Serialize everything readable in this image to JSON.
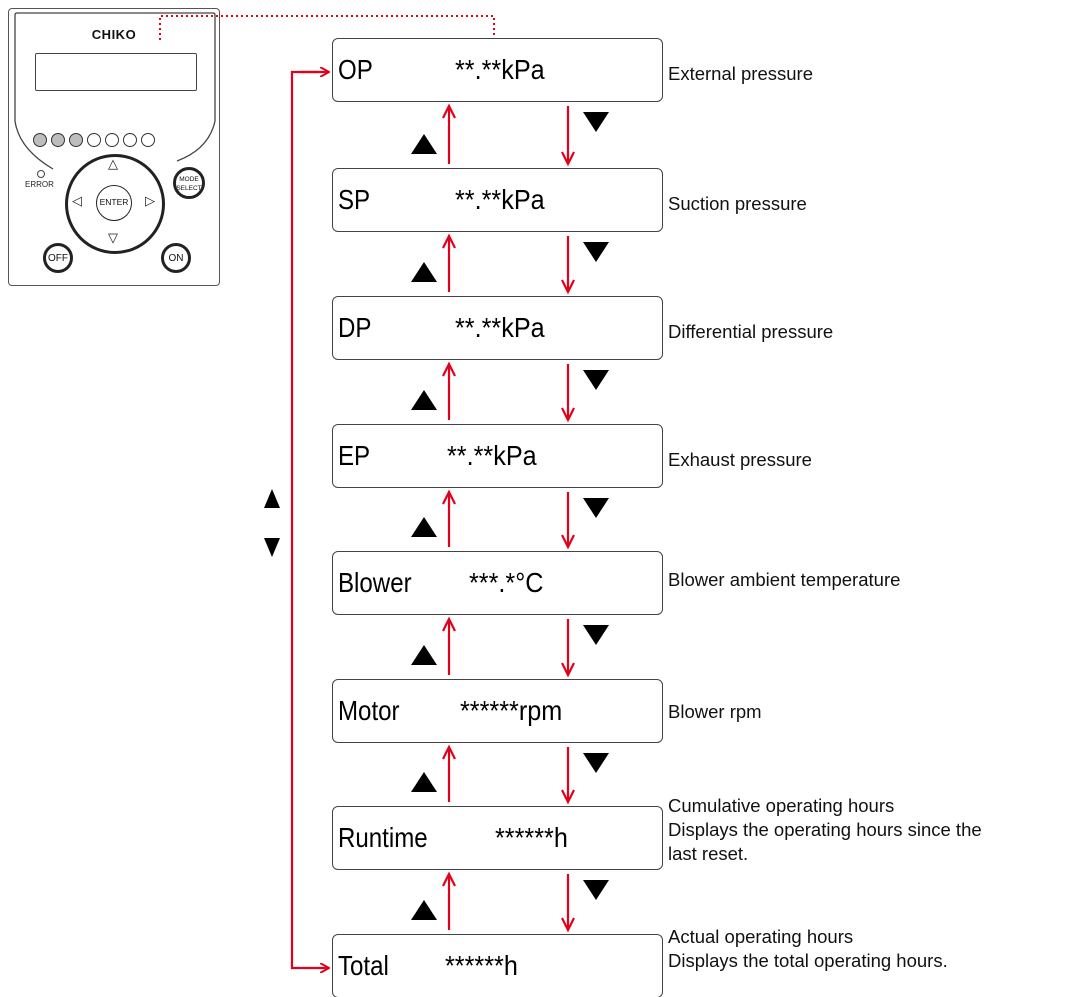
{
  "panel": {
    "brand": "CHIKO",
    "error_label": "ERROR",
    "enter_label": "ENTER",
    "mode_label_1": "MODE",
    "mode_label_2": "SELECT",
    "off_label": "OFF",
    "on_label": "ON",
    "leds": [
      {
        "lit": true
      },
      {
        "lit": true
      },
      {
        "lit": true
      },
      {
        "lit": false
      },
      {
        "lit": false
      },
      {
        "lit": false
      },
      {
        "lit": false
      }
    ]
  },
  "screens": [
    {
      "label": "OP",
      "value": "**.**kPa",
      "description": [
        "External pressure"
      ]
    },
    {
      "label": "SP",
      "value": "**.**kPa",
      "description": [
        "Suction pressure"
      ]
    },
    {
      "label": "DP",
      "value": "**.**kPa",
      "description": [
        "Differential pressure"
      ]
    },
    {
      "label": "EP",
      "value": "**.**kPa",
      "description": [
        "Exhaust pressure"
      ]
    },
    {
      "label": "Blower",
      "value": "***.*°C",
      "description": [
        "Blower ambient temperature"
      ]
    },
    {
      "label": "Motor",
      "value": "******rpm",
      "description": [
        "Blower rpm"
      ]
    },
    {
      "label": "Runtime",
      "value": "******h",
      "description": [
        "Cumulative operating hours",
        "Displays the operating hours since the",
        "last reset."
      ]
    },
    {
      "label": "Total",
      "value": "******h",
      "description": [
        "Actual operating hours",
        "Displays the total operating hours."
      ]
    }
  ],
  "colors": {
    "arrow": "#e3001b",
    "triangle": "#000000",
    "dotted_link": "#e3001b"
  }
}
